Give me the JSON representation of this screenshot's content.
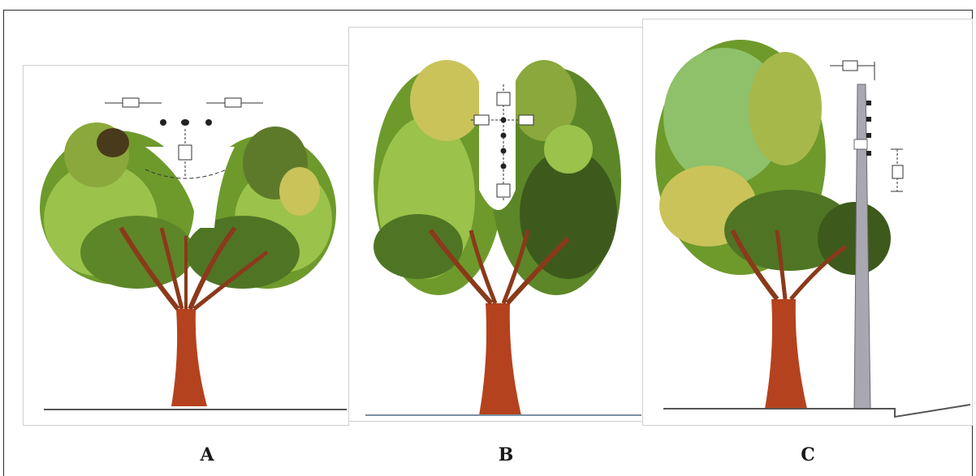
{
  "figure": {
    "panels": [
      {
        "id": "A",
        "caption": "A"
      },
      {
        "id": "B",
        "caption": "B"
      },
      {
        "id": "C",
        "caption": "C"
      }
    ]
  },
  "colors": {
    "trunk": "#b5421e",
    "trunk_dark": "#7a2a12",
    "foliage_light": "#9bc24a",
    "foliage_mid": "#6e9a2c",
    "foliage_dark": "#3d5a1c",
    "foliage_yellow": "#c9c35a",
    "pole": "#a9a8b0",
    "ground": "#555555"
  },
  "icons": [
    "dimension-marker-icon",
    "cable-dot-icon",
    "utility-pole-icon"
  ]
}
